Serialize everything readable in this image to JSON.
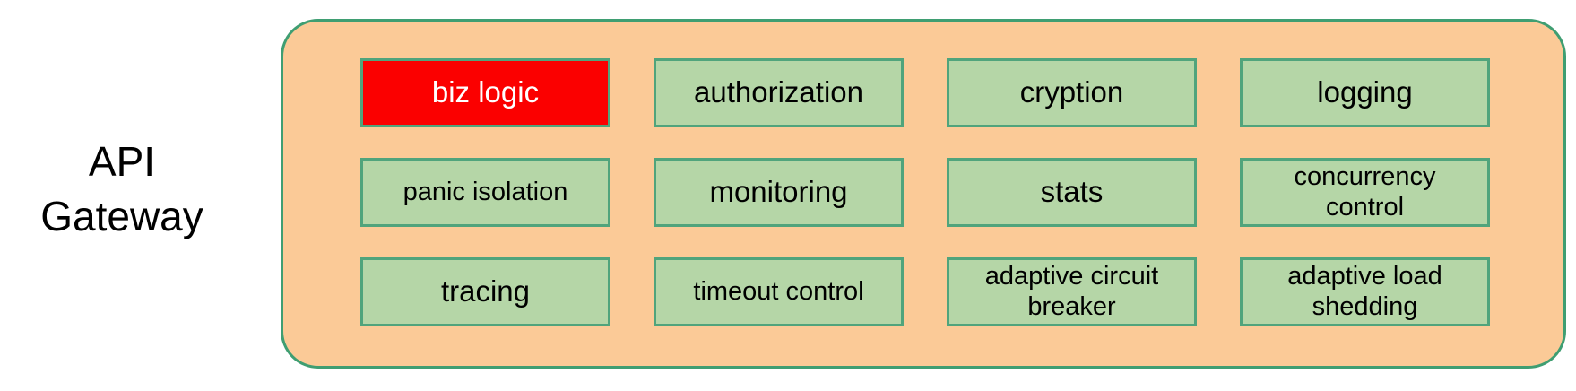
{
  "diagram": {
    "left_label": "API\nGateway",
    "colors": {
      "container_fill": "#fbca97",
      "container_border": "#3f9e72",
      "module_fill": "#b5d6a7",
      "module_border": "#50a47c",
      "highlight_fill": "#fb0000",
      "highlight_text": "#ffffff",
      "text": "#000000",
      "background": "#ffffff"
    },
    "modules": [
      {
        "label": "biz logic",
        "highlight": true,
        "size": "md"
      },
      {
        "label": "authorization",
        "highlight": false,
        "size": "md"
      },
      {
        "label": "cryption",
        "highlight": false,
        "size": "md"
      },
      {
        "label": "logging",
        "highlight": false,
        "size": "md"
      },
      {
        "label": "panic isolation",
        "highlight": false,
        "size": "sm"
      },
      {
        "label": "monitoring",
        "highlight": false,
        "size": "md"
      },
      {
        "label": "stats",
        "highlight": false,
        "size": "md"
      },
      {
        "label": "concurrency\ncontrol",
        "highlight": false,
        "size": "sm"
      },
      {
        "label": "tracing",
        "highlight": false,
        "size": "md"
      },
      {
        "label": "timeout control",
        "highlight": false,
        "size": "sm"
      },
      {
        "label": "adaptive circuit\nbreaker",
        "highlight": false,
        "size": "sm"
      },
      {
        "label": "adaptive load\nshedding",
        "highlight": false,
        "size": "sm"
      }
    ]
  }
}
